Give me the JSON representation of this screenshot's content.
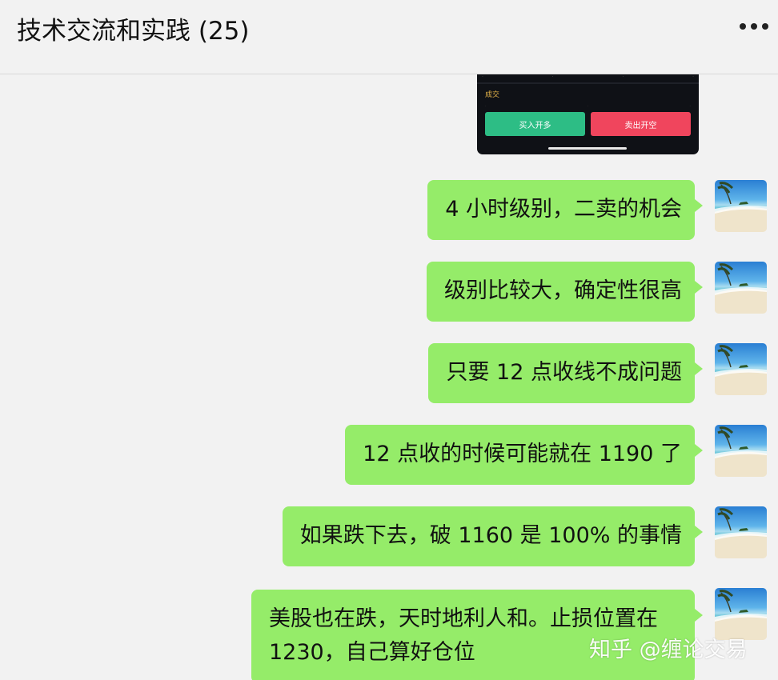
{
  "header": {
    "title": "技术交流和实践 (25)",
    "more_icon": "more-dots-icon"
  },
  "image_message": {
    "deal_label": "成交",
    "buy_label": "买入开多",
    "sell_label": "卖出开空",
    "colors": {
      "buy": "#2dbd85",
      "sell": "#f0455d",
      "deal": "#e7b54a"
    }
  },
  "messages": [
    {
      "text": "4 小时级别，二卖的机会"
    },
    {
      "text": "级别比较大，确定性很高"
    },
    {
      "text": "只要 12 点收线不成问题"
    },
    {
      "text": "12 点收的时候可能就在 1190 了"
    },
    {
      "text": "如果跌下去，破 1160 是 100% 的事情"
    },
    {
      "text": "美股也在跌，天时地利人和。止损位置在 1230，自己算好仓位"
    }
  ],
  "watermark": "知乎 @缠论交易",
  "colors": {
    "bubble": "#95ec69",
    "background": "#f2f2f2"
  }
}
